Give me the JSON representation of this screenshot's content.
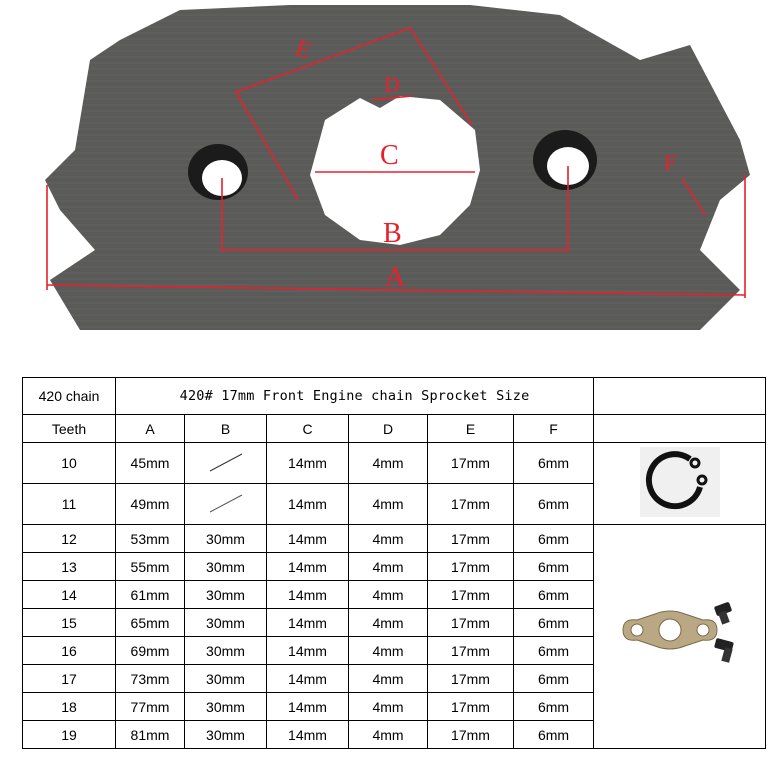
{
  "photo": {
    "dimension_labels": {
      "A": "A",
      "B": "B",
      "C": "C",
      "D": "D",
      "E": "E",
      "F": "F"
    }
  },
  "table": {
    "title_label": "420 chain",
    "title": "420# 17mm Front Engine chain Sprocket Size",
    "headers": [
      "Teeth",
      "A",
      "B",
      "C",
      "D",
      "E",
      "F"
    ],
    "rows": [
      [
        "10",
        "45mm",
        "",
        "14mm",
        "4mm",
        "17mm",
        "6mm"
      ],
      [
        "11",
        "49mm",
        "",
        "14mm",
        "4mm",
        "17mm",
        "6mm"
      ],
      [
        "12",
        "53mm",
        "30mm",
        "14mm",
        "4mm",
        "17mm",
        "6mm"
      ],
      [
        "13",
        "55mm",
        "30mm",
        "14mm",
        "4mm",
        "17mm",
        "6mm"
      ],
      [
        "14",
        "61mm",
        "30mm",
        "14mm",
        "4mm",
        "17mm",
        "6mm"
      ],
      [
        "15",
        "65mm",
        "30mm",
        "14mm",
        "4mm",
        "17mm",
        "6mm"
      ],
      [
        "16",
        "69mm",
        "30mm",
        "14mm",
        "4mm",
        "17mm",
        "6mm"
      ],
      [
        "17",
        "73mm",
        "30mm",
        "14mm",
        "4mm",
        "17mm",
        "6mm"
      ],
      [
        "18",
        "77mm",
        "30mm",
        "14mm",
        "4mm",
        "17mm",
        "6mm"
      ],
      [
        "19",
        "81mm",
        "30mm",
        "14mm",
        "4mm",
        "17mm",
        "6mm"
      ]
    ]
  }
}
